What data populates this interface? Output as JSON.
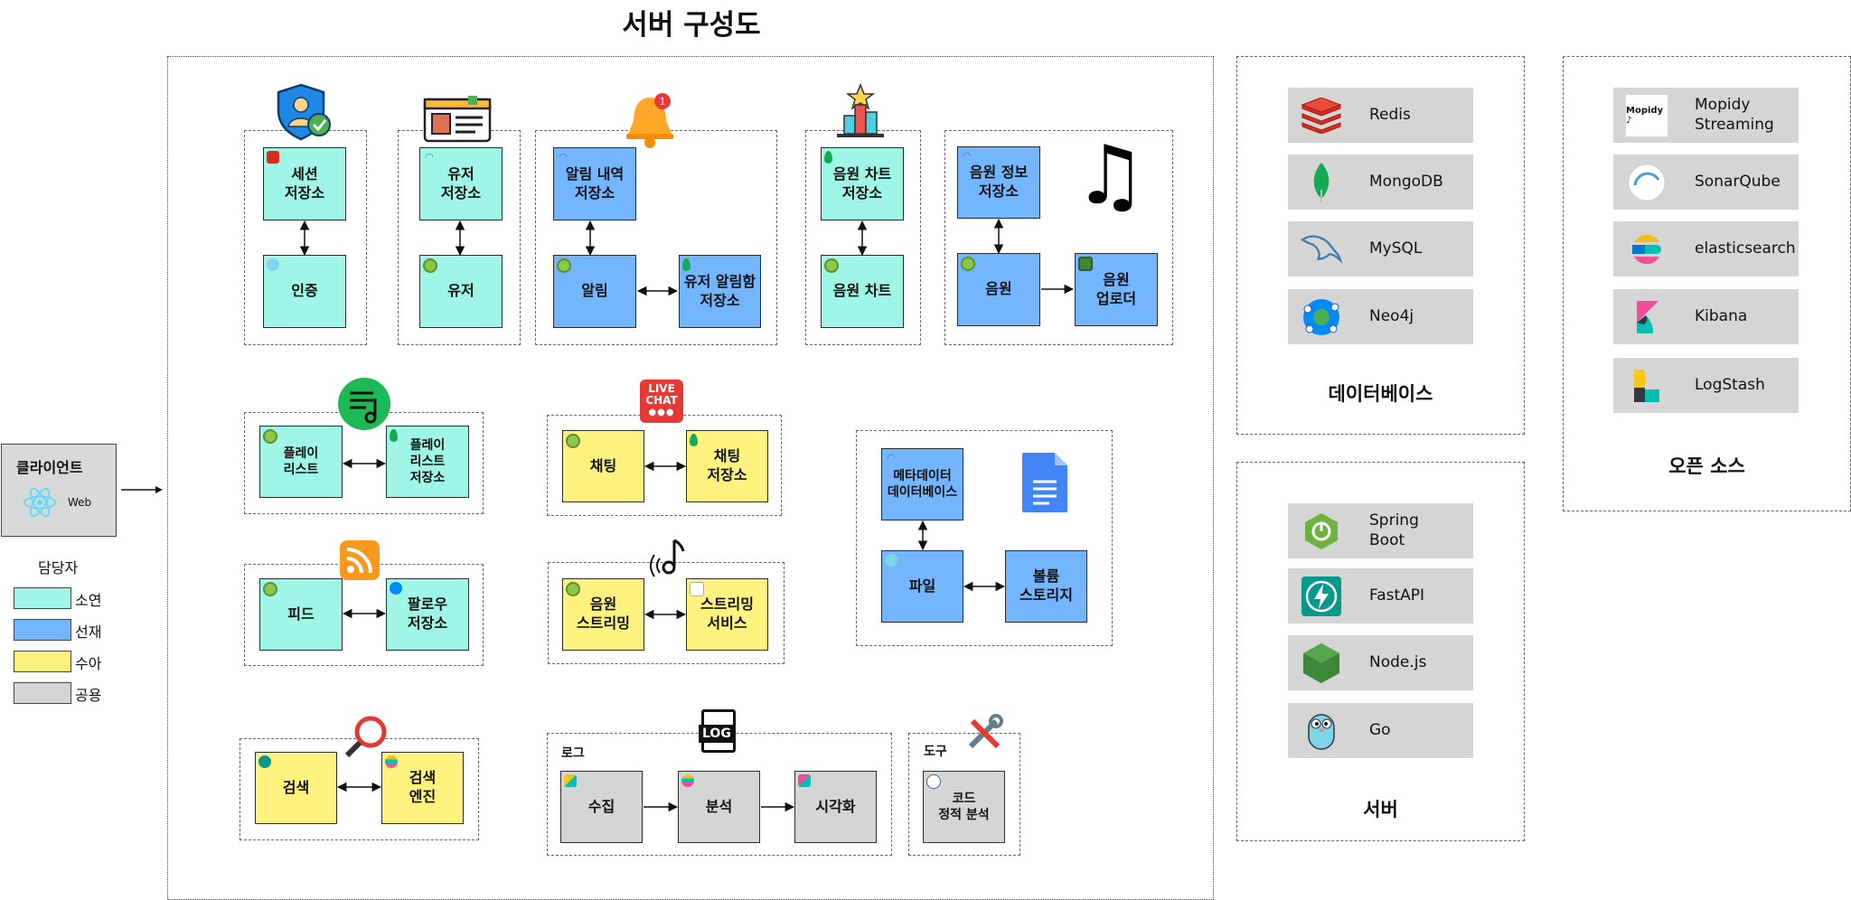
{
  "title": "서버 구성도",
  "client": {
    "title": "클라이언트",
    "web": "Web"
  },
  "legend": {
    "title": "담당자",
    "items": [
      {
        "name": "소연",
        "color": "#9ff5e6"
      },
      {
        "name": "선재",
        "color": "#73b6ff"
      },
      {
        "name": "수아",
        "color": "#fff27f"
      },
      {
        "name": "공용",
        "color": "#d5d5d5"
      }
    ]
  },
  "services": {
    "session_store": "세션\n저장소",
    "auth": "인증",
    "user_store": "유저\n저장소",
    "user": "유저",
    "alarm_history_store": "알림 내역\n저장소",
    "alarm": "알림",
    "user_inbox_store": "유저 알림함\n저장소",
    "chart_store": "음원 차트\n저장소",
    "chart": "음원 차트",
    "music_info_store": "음원 정보\n저장소",
    "music": "음원",
    "music_uploader": "음원\n업로더",
    "playlist": "플레이\n리스트",
    "playlist_store": "플레이\n리스트\n저장소",
    "chat": "채팅",
    "chat_store": "채팅\n저장소",
    "metadata_db": "메타데이터\n데이터베이스",
    "file": "파일",
    "volume_storage": "볼륨\n스토리지",
    "feed": "피드",
    "follow_store": "팔로우\n저장소",
    "music_streaming": "음원\n스트리밍",
    "streaming_service": "스트리밍\n서비스",
    "search": "검색",
    "search_engine": "검색\n엔진",
    "log_label": "로그",
    "collect": "수집",
    "analyze": "분석",
    "visualize": "시각화",
    "tools_label": "도구",
    "code_analysis": "코드\n정적 분석"
  },
  "icons": {
    "chat_badge_top": "LIVE",
    "chat_badge_bottom": "CHAT",
    "log_badge": "LOG",
    "alarm_badge": "1",
    "music_note": "♫"
  },
  "databases": {
    "title": "데이터베이스",
    "items": [
      "Redis",
      "MongoDB",
      "MySQL",
      "Neo4j"
    ]
  },
  "servers": {
    "title": "서버",
    "items": [
      "Spring\nBoot",
      "FastAPI",
      "Node.js",
      "Go"
    ]
  },
  "opensource": {
    "title": "오픈 소스",
    "items": [
      "Mopidy\nStreaming",
      "SonarQube",
      "elasticsearch",
      "Kibana",
      "LogStash"
    ],
    "mopidy_logo": "Mopidy ♪"
  }
}
